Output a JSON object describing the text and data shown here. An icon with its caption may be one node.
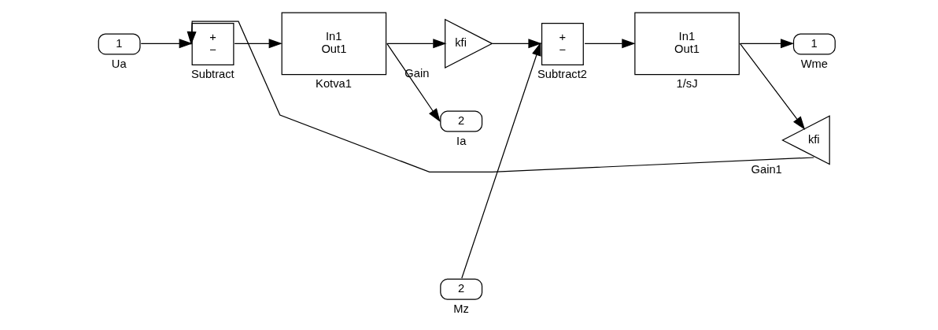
{
  "diagram": {
    "nodes": [
      {
        "text": [
          "1"
        ],
        "beside": [
          "Ua"
        ]
      },
      {
        "text": [
          "+",
          "−"
        ],
        "beside": [
          "Subtract"
        ]
      },
      {
        "text": [
          "In1",
          "Out1"
        ],
        "beside": [
          "Kotva1"
        ]
      },
      {
        "text": [
          "kfi"
        ],
        "beside": [
          "Gain"
        ]
      },
      {
        "text": [
          "+",
          "−"
        ],
        "beside": [
          "Subtract2"
        ]
      },
      {
        "text": [
          "In1",
          "Out1"
        ],
        "beside": [
          "1/sJ"
        ]
      },
      {
        "text": [
          "1"
        ],
        "beside": [
          "Wme"
        ]
      },
      {
        "text": [
          "2"
        ],
        "beside": [
          "Mz"
        ]
      },
      {
        "text": [
          "2"
        ],
        "beside": [
          "Ia"
        ]
      },
      {
        "text": [
          "kfi"
        ],
        "beside": [
          "Gain1"
        ]
      }
    ],
    "edges": [
      {
        "from": 0,
        "to": 1,
        "arrow": "to"
      },
      {
        "from": 1,
        "to": 2,
        "arrow": "to"
      },
      {
        "from": 2,
        "to": 3,
        "arrow": "to"
      },
      {
        "from": 2,
        "to": 8,
        "arrow": "to"
      },
      {
        "from": 3,
        "to": 4,
        "arrow": "to"
      },
      {
        "from": 7,
        "to": 4,
        "arrow": "to"
      },
      {
        "from": 4,
        "to": 5,
        "arrow": "to"
      },
      {
        "from": 5,
        "to": 6,
        "arrow": "to"
      },
      {
        "from": 5,
        "to": 9,
        "arrow": "to"
      },
      {
        "from": 9,
        "to": 1,
        "arrow": "to"
      }
    ]
  }
}
